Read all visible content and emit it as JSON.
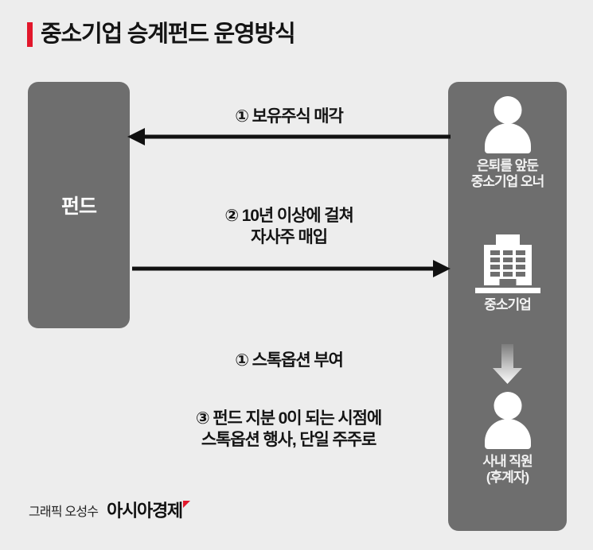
{
  "meta": {
    "background_color": "#ededed",
    "panel_color": "#6e6e6e",
    "accent_color": "#e2172b",
    "line_color": "#111111"
  },
  "header": {
    "title": "중소기업 승계펀드 운영방식",
    "accent_bar_color": "#e2172b"
  },
  "diagram": {
    "fund": {
      "label": "펀드"
    },
    "right_column": {
      "nodes": [
        {
          "id": "owner",
          "icon": "person-icon",
          "label": "은퇴를 앞둔\n중소기업 오너"
        },
        {
          "id": "company",
          "icon": "building-icon",
          "label": "중소기업"
        },
        {
          "id": "successor",
          "icon": "person-icon",
          "label": "사내 직원\n(후계자)"
        }
      ],
      "internal_arrow": {
        "direction": "down",
        "from": "company",
        "to": "successor"
      }
    },
    "flows": [
      {
        "id": "flow-1",
        "number": "①",
        "label": "① 보유주식 매각",
        "direction": "left",
        "from": "owner",
        "to": "fund"
      },
      {
        "id": "flow-2",
        "number": "②",
        "label": "② 10년 이상에 걸쳐\n자사주 매입",
        "direction": "right",
        "from": "fund",
        "to": "company"
      }
    ],
    "notes": [
      {
        "id": "note-1",
        "number": "①",
        "label": "① 스톡옵션 부여"
      },
      {
        "id": "note-3",
        "number": "③",
        "label": "③ 펀드 지분 0이 되는 시점에\n스톡옵션 행사, 단일 주주로"
      }
    ]
  },
  "footer": {
    "author_credit": "그래픽 오성수",
    "brand": "아시아경제",
    "brand_mark_color": "#e2172b"
  }
}
